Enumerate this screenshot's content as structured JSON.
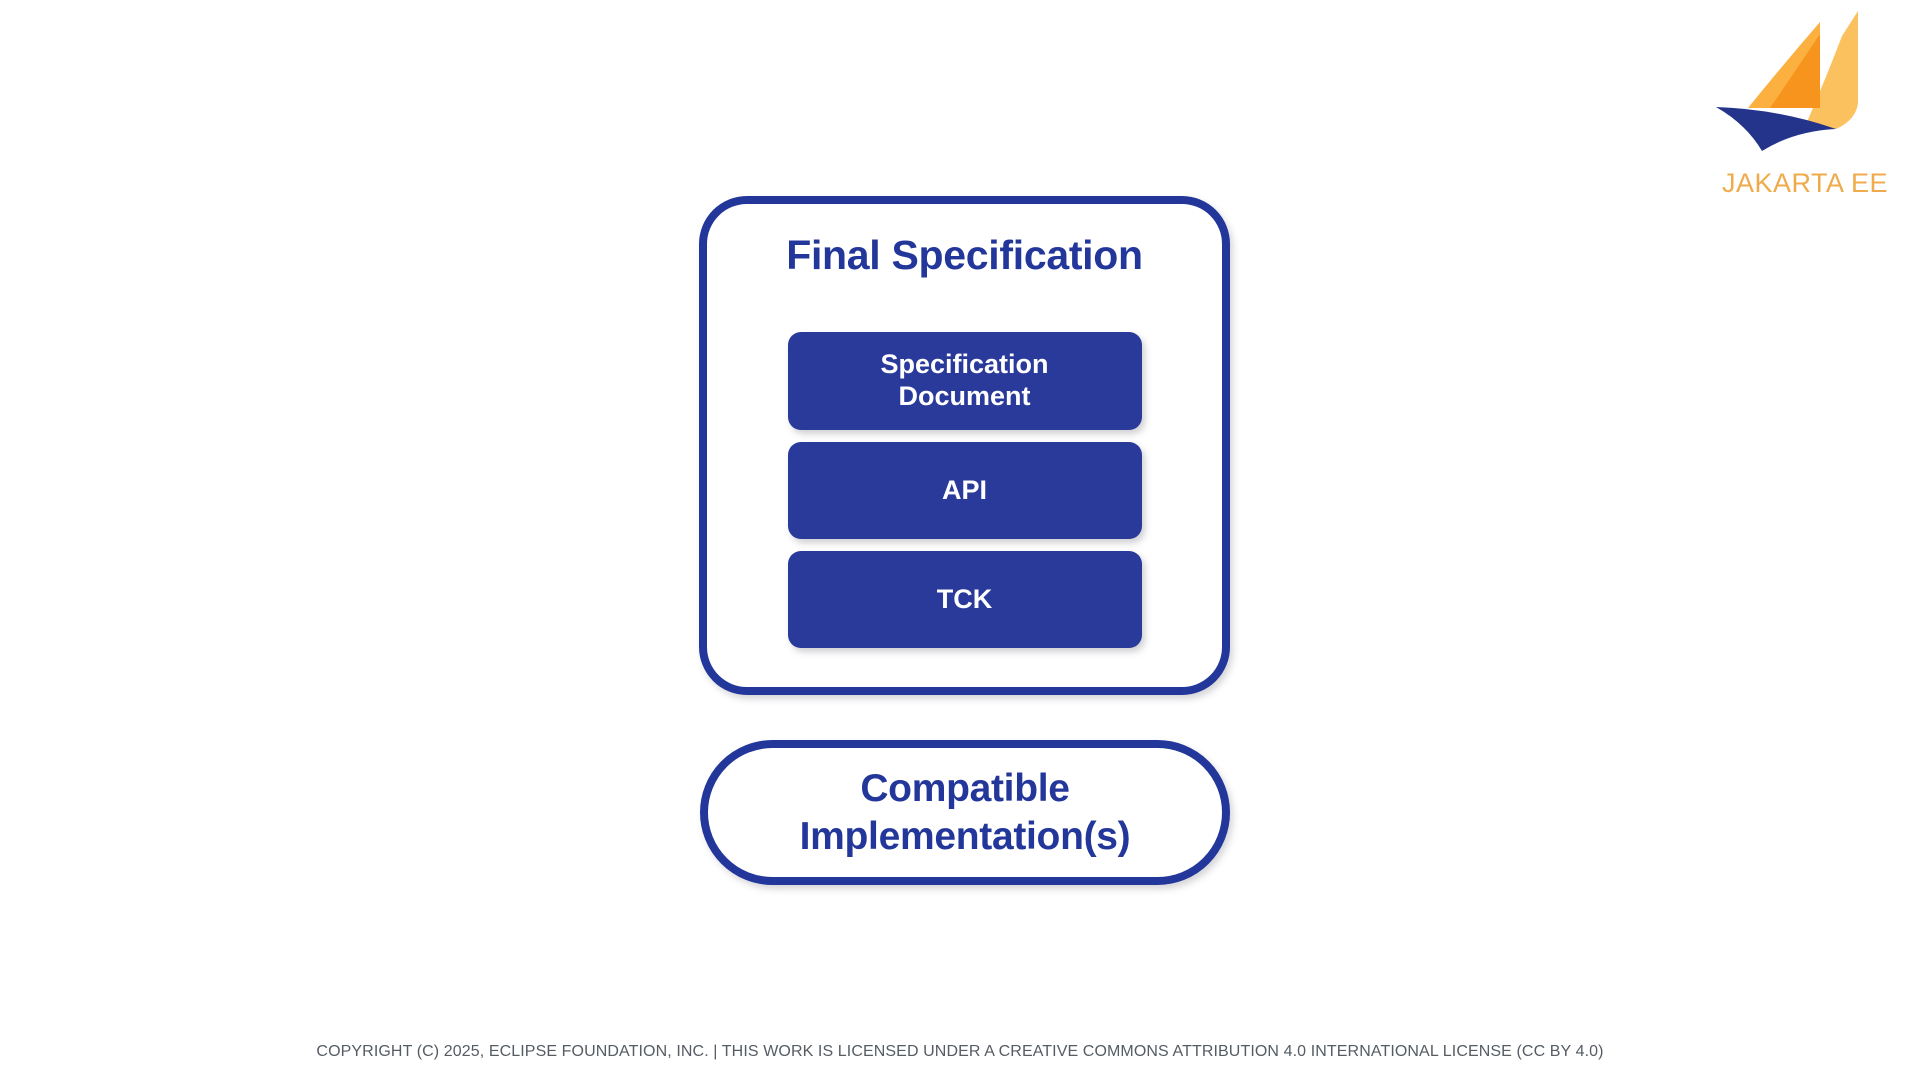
{
  "brand": {
    "logo_icon": "jakarta-ee-sailboat-logo",
    "name": "JAKARTA EE",
    "colors": {
      "sail_light": "#FBB040",
      "sail_mid": "#F7941E",
      "sail_pale": "#FBC15E",
      "hull_blue": "#25348B",
      "wordmark": "#EFAB4B"
    }
  },
  "diagram": {
    "type": "stacked-container",
    "accent_color": "#23379B",
    "box_fill_color": "#2A3A9B",
    "container": {
      "title": "Final Specification",
      "items": [
        {
          "label": "Specification\nDocument",
          "line1": "Specification",
          "line2": "Document"
        },
        {
          "label": "API",
          "line1": "API",
          "line2": ""
        },
        {
          "label": "TCK",
          "line1": "TCK",
          "line2": ""
        }
      ]
    },
    "implementation": {
      "line1": "Compatible",
      "line2": "Implementation(s)",
      "label": "Compatible Implementation(s)"
    }
  },
  "footer": {
    "copyright": "COPYRIGHT (C) 2025, ECLIPSE FOUNDATION, INC. | THIS WORK IS LICENSED UNDER A CREATIVE COMMONS ATTRIBUTION 4.0 INTERNATIONAL LICENSE (CC BY 4.0)"
  }
}
